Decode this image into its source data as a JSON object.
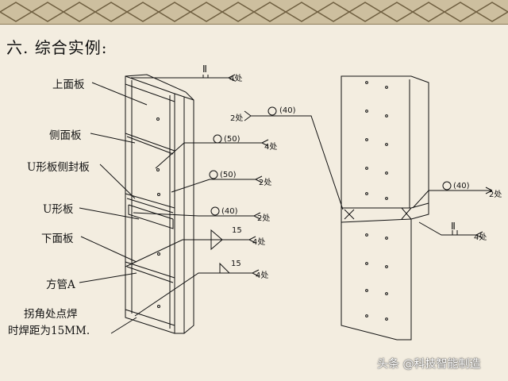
{
  "title": "六. 综合实例:",
  "left_labels": [
    "上面板",
    "侧面板",
    "U形板侧封板",
    "U形板",
    "下面板",
    "方管A"
  ],
  "note_lines": [
    "拐角处点焊",
    "时焊距为15MM."
  ],
  "left_weld_symbols": {
    "top": {
      "symbol": "Ⅱ",
      "count": "4处"
    },
    "fillet_50": {
      "value": "(50)",
      "count": "4处"
    },
    "fillet_50b": {
      "value": "(50)",
      "count": "2处"
    },
    "fillet_40": {
      "value": "(40)",
      "count": "2处"
    },
    "tri_15a": {
      "value": "15",
      "count": "4处"
    },
    "tri_15b": {
      "value": "15",
      "count": "4处"
    }
  },
  "right_weld_symbols": {
    "top": {
      "count": "2处",
      "value": "(40)"
    },
    "mid": {
      "value": "(40)",
      "count": "2处"
    },
    "bottom": {
      "symbol": "Ⅱ",
      "count": "4处"
    }
  },
  "watermark": "头条 @科技智能制造"
}
